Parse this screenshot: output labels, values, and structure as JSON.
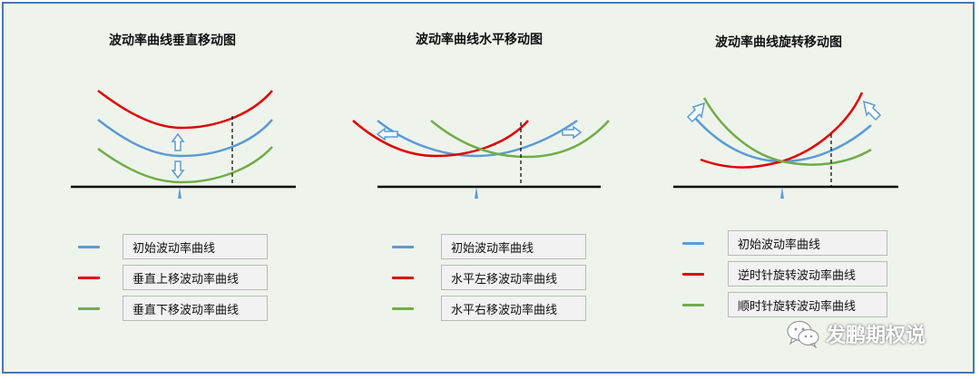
{
  "panels": [
    {
      "title": "波动率曲线垂直移动图",
      "legend": [
        "初始波动率曲线",
        "垂直上移波动率曲线",
        "垂直下移波动率曲线"
      ]
    },
    {
      "title": "波动率曲线水平移动图",
      "legend": [
        "初始波动率曲线",
        "水平左移波动率曲线",
        "水平右移波动率曲线"
      ]
    },
    {
      "title": "波动率曲线旋转移动图",
      "legend": [
        "初始波动率曲线",
        "逆时针旋转波动率曲线",
        "顺时针旋转波动率曲线"
      ]
    }
  ],
  "colors": {
    "blue": "#5b9bd5",
    "red": "#e00000",
    "green": "#70ad47",
    "arrow": "#5b9bd5",
    "frame": "#4a78b0",
    "background": "#eef4ec"
  },
  "watermark": {
    "text": "发鹏期权说",
    "icon": "wechat-icon"
  }
}
